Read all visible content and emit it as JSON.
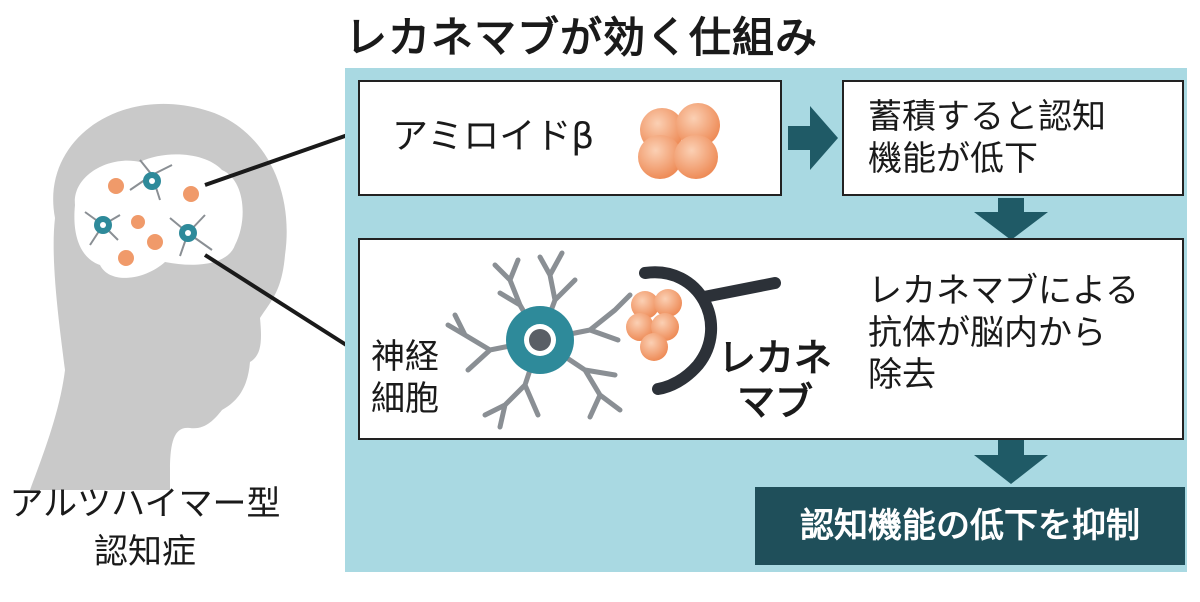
{
  "title": "レカネマブが効く仕組み",
  "amyloid_label": "アミロイドβ",
  "decline_label": [
    "蓄積すると認知",
    "機能が低下"
  ],
  "neuron_label": [
    "神経",
    "細胞"
  ],
  "drug_label": [
    "レカネ",
    "マブ"
  ],
  "removal_label": [
    "レカネマブによる",
    "抗体が脳内から",
    "除去"
  ],
  "result_label": "認知機能の低下を抑制",
  "caption": [
    "アルツハイマー型",
    "認知症"
  ],
  "colors": {
    "panel": "#a9d9e2",
    "arrow": "#1f5a66",
    "result_bg": "#1f4f5a",
    "amyloid_orange": "#f09a6a",
    "head_gray": "#c9c9c9",
    "neuron_teal": "#2e8a9a",
    "neuron_gray": "#8a8f94"
  }
}
